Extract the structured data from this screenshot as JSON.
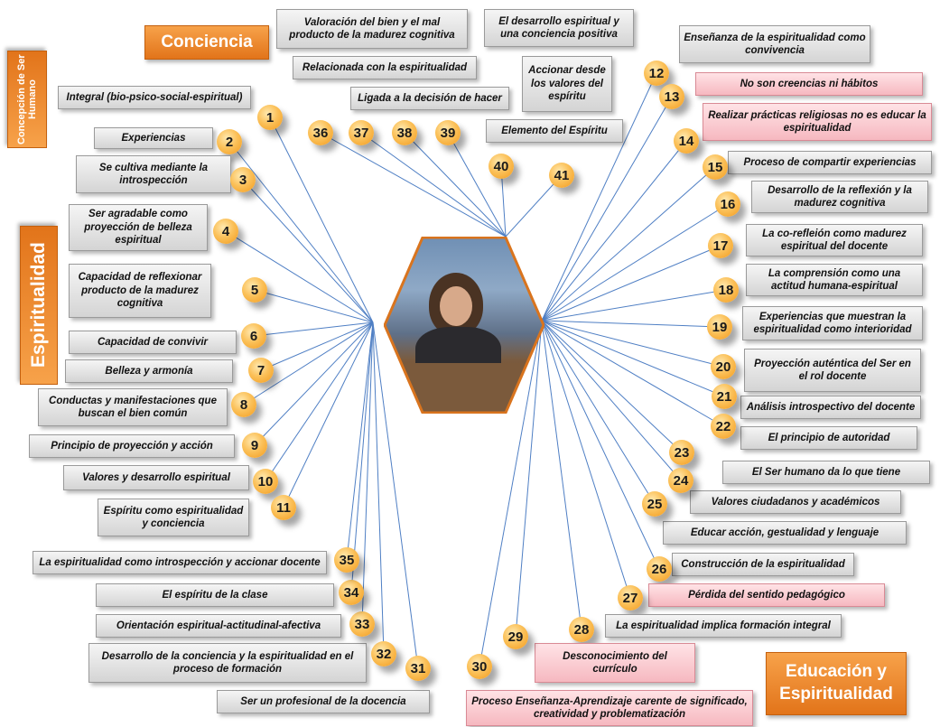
{
  "categories": {
    "conciencia": "Conciencia",
    "concepcion": "Concepción de Ser Humano",
    "espiritualidad": "Espiritualidad",
    "educacion": "Educación y Espiritualidad"
  },
  "colors": {
    "accent": "#e8801f",
    "line": "#4f7fc4",
    "pink": "#f6b8c0",
    "gray": "#d4d4d4"
  },
  "center_image": "teacher-photo",
  "items": [
    {
      "n": "1",
      "text": "Integral (bio-psico-social-espiritual)",
      "pink": false
    },
    {
      "n": "2",
      "text": "Experiencias",
      "pink": false
    },
    {
      "n": "3",
      "text": "Se cultiva mediante la introspección",
      "pink": false
    },
    {
      "n": "4",
      "text": "Ser agradable como proyección de belleza espiritual",
      "pink": false
    },
    {
      "n": "5",
      "text": "Capacidad de reflexionar producto de la madurez cognitiva",
      "pink": false
    },
    {
      "n": "6",
      "text": "Capacidad de convivir",
      "pink": false
    },
    {
      "n": "7",
      "text": "Belleza y armonía",
      "pink": false
    },
    {
      "n": "8",
      "text": "Conductas y manifestaciones que buscan el bien común",
      "pink": false
    },
    {
      "n": "9",
      "text": "Principio de proyección y acción",
      "pink": false
    },
    {
      "n": "10",
      "text": "Valores y desarrollo espiritual",
      "pink": false
    },
    {
      "n": "11",
      "text": "Espíritu como espiritualidad y conciencia",
      "pink": false
    },
    {
      "n": "12",
      "text": "Enseñanza de la espiritualidad como convivencia",
      "pink": false
    },
    {
      "n": "13",
      "text": "No son creencias ni hábitos",
      "pink": true
    },
    {
      "n": "14",
      "text": "Realizar prácticas religiosas no es educar la espiritualidad",
      "pink": true
    },
    {
      "n": "15",
      "text": "Proceso de compartir experiencias",
      "pink": false
    },
    {
      "n": "16",
      "text": "Desarrollo de la reflexión y la madurez cognitiva",
      "pink": false
    },
    {
      "n": "17",
      "text": "La co-refleión como madurez espiritual del docente",
      "pink": false
    },
    {
      "n": "18",
      "text": "La comprensión como una actitud humana-espiritual",
      "pink": false
    },
    {
      "n": "19",
      "text": "Experiencias que muestran la espiritualidad como interioridad",
      "pink": false
    },
    {
      "n": "20",
      "text": "Proyección auténtica del Ser en el rol docente",
      "pink": false
    },
    {
      "n": "21",
      "text": "Análisis introspectivo del docente",
      "pink": false
    },
    {
      "n": "22",
      "text": "El principio de autoridad",
      "pink": false
    },
    {
      "n": "23",
      "text": "El Ser humano da lo que tiene",
      "pink": false
    },
    {
      "n": "24",
      "text": "Valores ciudadanos y académicos",
      "pink": false
    },
    {
      "n": "25",
      "text": "Educar acción, gestualidad y lenguaje",
      "pink": false
    },
    {
      "n": "26",
      "text": "Construcción de la espiritualidad",
      "pink": false
    },
    {
      "n": "27",
      "text": "Pérdida del sentido pedagógico",
      "pink": true
    },
    {
      "n": "28",
      "text": "La espiritualidad implica formación integral",
      "pink": false
    },
    {
      "n": "29",
      "text": "Desconocimiento del currículo",
      "pink": true
    },
    {
      "n": "30",
      "text": "Proceso Enseñanza-Aprendizaje carente de significado, creatividad y problematización",
      "pink": true
    },
    {
      "n": "31",
      "text": "Ser un profesional de la docencia",
      "pink": false
    },
    {
      "n": "32",
      "text": "Desarrollo de la conciencia y la espiritualidad en el proceso de formación",
      "pink": false
    },
    {
      "n": "33",
      "text": "Orientación espiritual-actitudinal-afectiva",
      "pink": false
    },
    {
      "n": "34",
      "text": "El espíritu de la clase",
      "pink": false
    },
    {
      "n": "35",
      "text": "La espiritualidad como introspección y accionar docente",
      "pink": false
    },
    {
      "n": "36",
      "text": "Relacionada con la espiritualidad",
      "pink": false
    },
    {
      "n": "37",
      "text": "Valoración del bien y el mal producto de la madurez cognitiva",
      "pink": false
    },
    {
      "n": "38",
      "text": "Ligada a la decisión de hacer",
      "pink": false
    },
    {
      "n": "39",
      "text": "Accionar desde los valores del espíritu",
      "pink": false
    },
    {
      "n": "40",
      "text": "El desarrollo espiritual y una conciencia positiva",
      "pink": false
    },
    {
      "n": "41",
      "text": "Elemento del Espíritu",
      "pink": false
    }
  ]
}
